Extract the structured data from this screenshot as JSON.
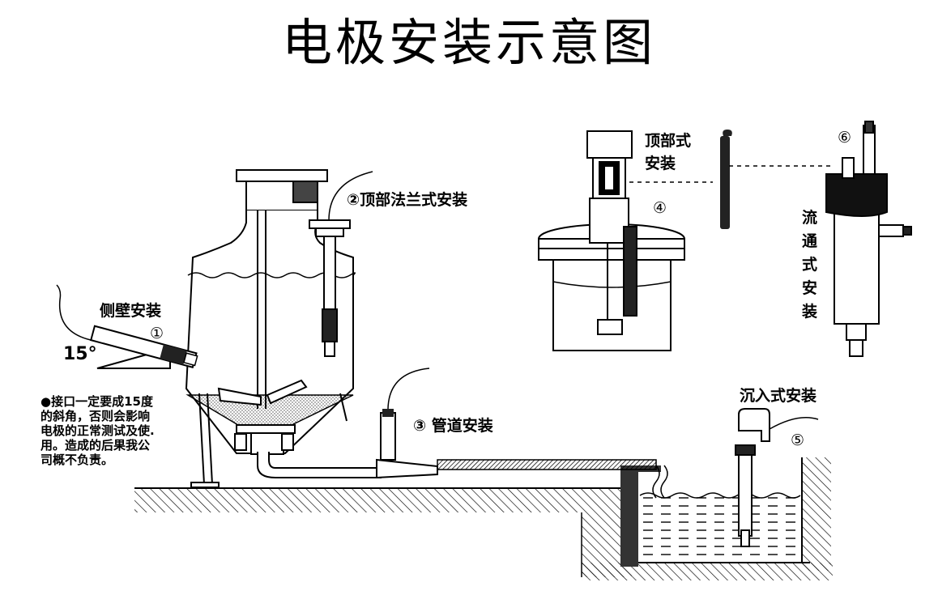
{
  "title": "电极安装示意图",
  "labels": {
    "side_wall": "侧壁安装",
    "side_wall_num": "①",
    "angle": "15°",
    "top_flange": "②顶部法兰式安装",
    "pipe": "③ 管道安装",
    "top_mount_line1": "顶部式",
    "top_mount_line2": "安装",
    "top_mount_num": "④",
    "immersion": "沉入式安装",
    "immersion_num": "⑤",
    "flow_num": "⑥",
    "flow": [
      "流",
      "通",
      "式",
      "安",
      "装"
    ]
  },
  "note_lines": [
    "●接口一定要成15度",
    "的斜角，否则会影响",
    "电极的正常测试及使.",
    "用。造成的后果我公",
    "司概不负责。"
  ]
}
